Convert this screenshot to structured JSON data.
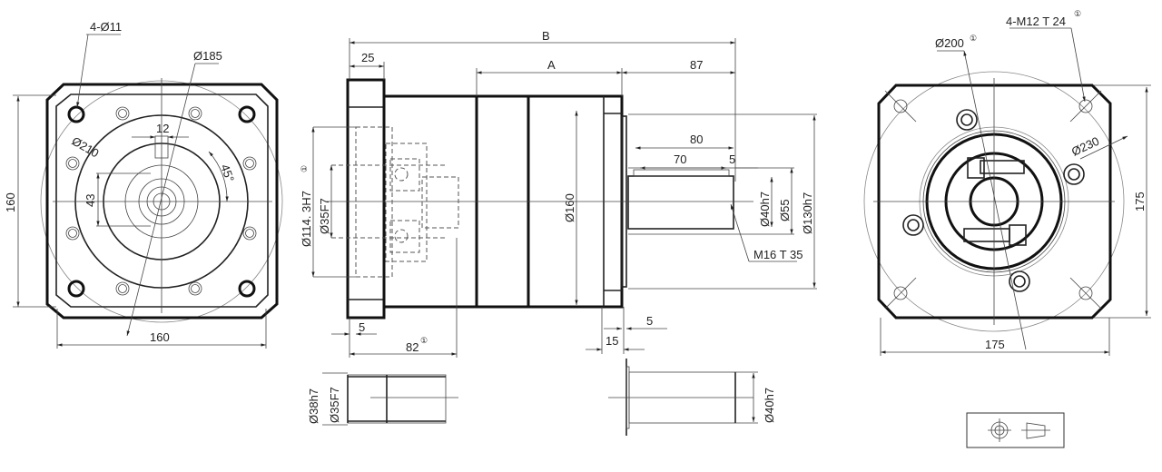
{
  "front_view": {
    "holes_label": "4-Ø11",
    "pcd_label": "Ø185",
    "flange_dia_label": "Ø210",
    "key_width": "12",
    "key_height": "43",
    "angle": "45°",
    "height": "160",
    "width": "160"
  },
  "side_view": {
    "overall_length": "B",
    "flange_thickness": "25",
    "body_length": "A",
    "shaft_section": "87",
    "shaft_length": "80",
    "key_length": "70",
    "key_offset": "5",
    "body_dia": "Ø160",
    "bore_pilot": "Ø114. 3H7",
    "bore_note_mark": "①",
    "bore_dia": "Ø35F7",
    "shaft_dia": "Ø40h7",
    "shoulder_dia": "Ø55",
    "pilot_dia": "Ø130h7",
    "thread": "M16 T 35",
    "flange_step": "5",
    "input_depth": "82",
    "output_flange": "15",
    "output_step": "5"
  },
  "detail_views": {
    "sleeve_outer": "Ø38h7",
    "sleeve_inner": "Ø35F7",
    "shaft_dia": "Ø40h7"
  },
  "rear_view": {
    "holes_label": "4-M12 T 24",
    "pcd_label": "Ø200",
    "flange_dia_label": "Ø230",
    "width": "175",
    "height": "175"
  }
}
